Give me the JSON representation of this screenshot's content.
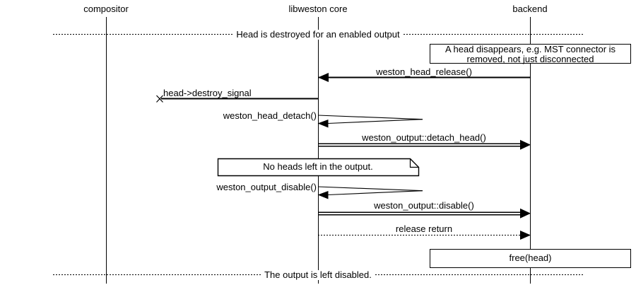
{
  "participants": [
    {
      "label": "compositor"
    },
    {
      "label": "libweston core"
    },
    {
      "label": "backend"
    }
  ],
  "dividers": [
    {
      "label": "Head is destroyed for an enabled output"
    },
    {
      "label": "The output is left disabled."
    }
  ],
  "notes": {
    "head_disappears": {
      "lines": [
        "A head disappears, e.g. MST connector is",
        "removed, not just disconnected"
      ]
    },
    "no_heads": {
      "label": "No heads left in the output."
    },
    "free_head": {
      "label": "free(head)"
    }
  },
  "messages": {
    "head_release": {
      "label": "weston_head_release()",
      "from": "backend",
      "to": "libweston core",
      "style": "solid"
    },
    "destroy_signal": {
      "label": "head->destroy_signal",
      "from": "libweston core",
      "to": "lost",
      "style": "solid-lost"
    },
    "head_detach": {
      "label": "weston_head_detach()",
      "from": "libweston core",
      "to": "libweston core",
      "style": "self"
    },
    "detach_head": {
      "label": "weston_output::detach_head()",
      "from": "libweston core",
      "to": "backend",
      "style": "double"
    },
    "output_disable_call": {
      "label": "weston_output_disable()",
      "from": "libweston core",
      "to": "libweston core",
      "style": "self"
    },
    "output_disable": {
      "label": "weston_output::disable()",
      "from": "libweston core",
      "to": "backend",
      "style": "double"
    },
    "release_return": {
      "label": "release return",
      "from": "libweston core",
      "to": "backend",
      "style": "dotted"
    }
  },
  "colors": {
    "line": "#000000",
    "background": "#ffffff"
  }
}
